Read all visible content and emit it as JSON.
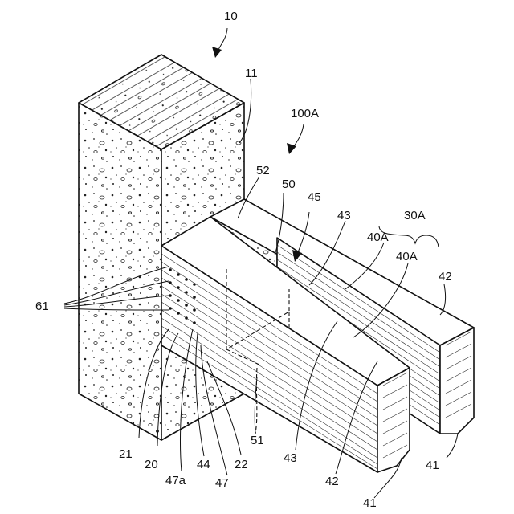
{
  "labels": {
    "l10": "10",
    "l11": "11",
    "l100A": "100A",
    "l52": "52",
    "l50": "50",
    "l45": "45",
    "l43a": "43",
    "l30A": "30A",
    "l40Aa": "40A",
    "l40Ab": "40A",
    "l42a": "42",
    "l61": "61",
    "l51": "51",
    "l21": "21",
    "l20": "20",
    "l47a": "47a",
    "l44": "44",
    "l47": "47",
    "l22": "22",
    "l43b": "43",
    "l42b": "42",
    "l41a": "41",
    "l41b": "41"
  }
}
